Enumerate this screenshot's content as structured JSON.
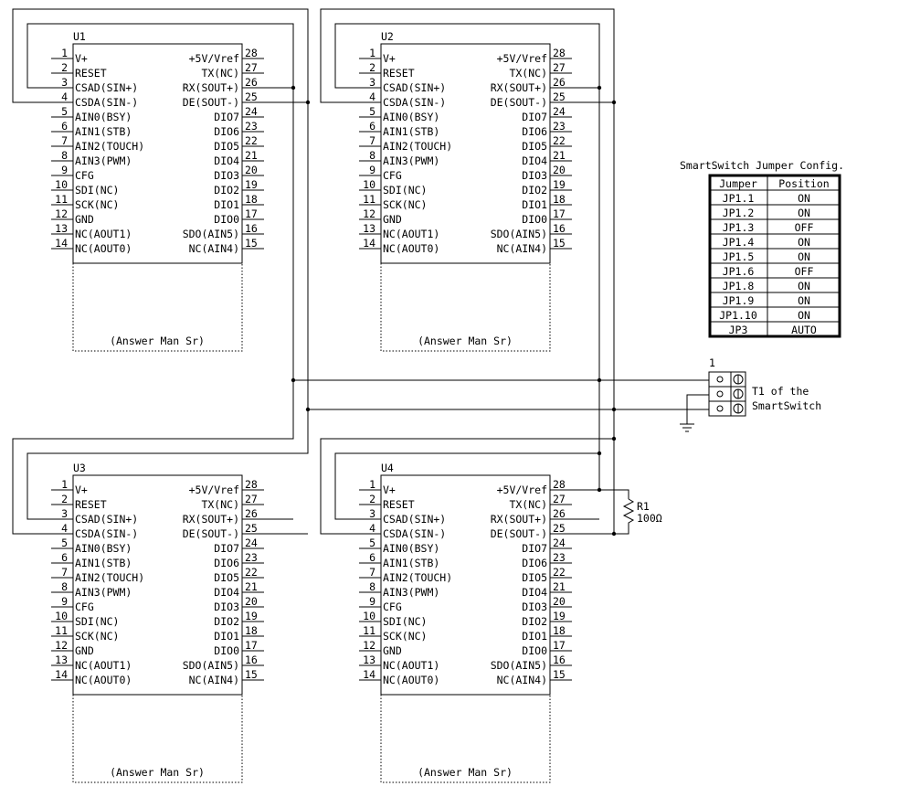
{
  "pins_left": [
    {
      "num": "1",
      "label": "V+"
    },
    {
      "num": "2",
      "label": "RESET"
    },
    {
      "num": "3",
      "label": "CSAD(SIN+)"
    },
    {
      "num": "4",
      "label": "CSDA(SIN-)"
    },
    {
      "num": "5",
      "label": "AIN0(BSY)"
    },
    {
      "num": "6",
      "label": "AIN1(STB)"
    },
    {
      "num": "7",
      "label": "AIN2(TOUCH)"
    },
    {
      "num": "8",
      "label": "AIN3(PWM)"
    },
    {
      "num": "9",
      "label": "CFG"
    },
    {
      "num": "10",
      "label": "SDI(NC)"
    },
    {
      "num": "11",
      "label": "SCK(NC)"
    },
    {
      "num": "12",
      "label": "GND"
    },
    {
      "num": "13",
      "label": "NC(AOUT1)"
    },
    {
      "num": "14",
      "label": "NC(AOUT0)"
    }
  ],
  "pins_right": [
    {
      "num": "28",
      "label": "+5V/Vref"
    },
    {
      "num": "27",
      "label": "TX(NC)"
    },
    {
      "num": "26",
      "label": "RX(SOUT+)"
    },
    {
      "num": "25",
      "label": "DE(SOUT-)"
    },
    {
      "num": "24",
      "label": "DIO7"
    },
    {
      "num": "23",
      "label": "DIO6"
    },
    {
      "num": "22",
      "label": "DIO5"
    },
    {
      "num": "21",
      "label": "DIO4"
    },
    {
      "num": "20",
      "label": "DIO3"
    },
    {
      "num": "19",
      "label": "DIO2"
    },
    {
      "num": "18",
      "label": "DIO1"
    },
    {
      "num": "17",
      "label": "DIO0"
    },
    {
      "num": "16",
      "label": "SDO(AIN5)"
    },
    {
      "num": "15",
      "label": "NC(AIN4)"
    }
  ],
  "chips": [
    {
      "id": "U1",
      "name": "(Answer Man Sr)"
    },
    {
      "id": "U2",
      "name": "(Answer Man Sr)"
    },
    {
      "id": "U3",
      "name": "(Answer Man Sr)"
    },
    {
      "id": "U4",
      "name": "(Answer Man Sr)"
    }
  ],
  "resistor": {
    "ref": "R1",
    "value": "100Ω"
  },
  "terminal": {
    "pin_label": "1",
    "caption_line1": "T1 of the",
    "caption_line2": "SmartSwitch"
  },
  "jumper_table": {
    "title": "SmartSwitch Jumper Config.",
    "headers": [
      "Jumper",
      "Position"
    ],
    "rows": [
      [
        "JP1.1",
        "ON"
      ],
      [
        "JP1.2",
        "ON"
      ],
      [
        "JP1.3",
        "OFF"
      ],
      [
        "JP1.4",
        "ON"
      ],
      [
        "JP1.5",
        "ON"
      ],
      [
        "JP1.6",
        "OFF"
      ],
      [
        "JP1.8",
        "ON"
      ],
      [
        "JP1.9",
        "ON"
      ],
      [
        "JP1.10",
        "ON"
      ],
      [
        "JP3",
        "AUTO"
      ]
    ]
  }
}
